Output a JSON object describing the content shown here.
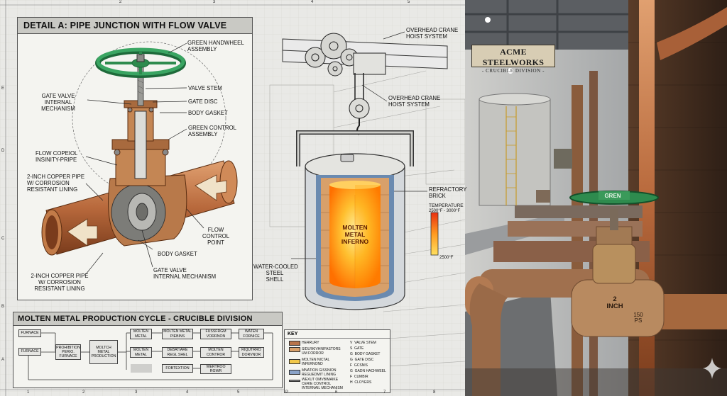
{
  "detail_a": {
    "title": "DETAIL A: PIPE JUNCTION WITH FLOW VALVE",
    "labels": {
      "handwheel": "GREEN HANDWHEEL\nASSEMBLY",
      "gate_internal_top": "GATE VALVE\nINTERNAL\nMECHANISM",
      "valve_stem": "VALVE STEM",
      "gate_disc": "GATE DISC",
      "body_gasket_top": "BODY GASKET",
      "green_control": "GREEN CONTROL\nASSEMBLY",
      "flow_copeiol": "FLOW COPEIOL\nINSINITY-PRIPE",
      "copper_pipe_top": "2-INCH COPPER PIPE\nW/ CORROSION\nRESISTANT LINING",
      "flow_control": "FLOW\nCONTROL\nPOINT",
      "body_gasket_bottom": "BODY GASKET",
      "gate_internal_bottom": "GATE VALVE\nINTERNAL MECHANISM",
      "copper_pipe_bottom": "2-INCH COPPER PIPE\nW/ CORROSION\nRESISTANT LINING"
    }
  },
  "crucible": {
    "hoist_1": "OVERHEAD CRANE\nHOIST SYSTEM",
    "hoist_2": "OVERHEAD CRANE\nHOIST SYSTEM",
    "molten": "MOLTEN\nMETAL\nINFERNO",
    "refractory": "REFRACTORY\nBRICK",
    "temperature": "TEMPERATURE",
    "temp_range": "2500°F - 3000°F",
    "temp_low": "2500°F",
    "shell": "WATER-COOLED\nSTEEL\nSHELL"
  },
  "badge": {
    "title": "ACME STEELWORKS",
    "subtitle": "- CRUCIBLE DIVISION -"
  },
  "valve_photo": {
    "wheel": "GREN",
    "body_size": "2\nINCH",
    "rating": "150\nPS"
  },
  "cycle": {
    "title": "MOLTEN METAL PRODUCTION CYCLE - CRUCIBLE DIVISION",
    "boxes": {
      "furnace_1": "FURNACE",
      "furnace_2": "FURNACE",
      "prohibition": "PROHIBITION\nPERIO.\nFURNACE",
      "production": "MOLTCH\nMETAL\nPRODUCTION",
      "molten_1": "MOLTEN\nMETAL",
      "molten_2": "MOLTEN\nMETAL",
      "piebins": "MOLTEN METAL\nPIEBINS",
      "debatiare": "DEBATIARE\nREGL SHEL",
      "fobtextion": "FOBTEXTION",
      "fussfrom": "FUSSFRGM\nVORRNON",
      "molten_control": "MOLTEN\nCONTROR",
      "wertroo": "WERTROO\nRGWR",
      "water_fornice": "WATEN\nFORNICE",
      "riqutrro": "RIQUTRRO\nDORVNOR"
    }
  },
  "key": {
    "title": "KEY",
    "left_items": [
      "HERRURY",
      "SIDLRKIVHNIFASTORS\nUM FORROR",
      "MOLTEN NICTAL\nINFERNOND",
      "MNATION GISSNION\nREGUEDMIT LINING",
      "WEXUT OMVBIMAIKE\nCERIE CONTROL\nINTERNAIL MECHANISM"
    ],
    "right_items": [
      "V  VALVE STEM",
      "S  GATE",
      "G  BODY GASKET",
      "G  GATE DISC",
      "F  GCSNIS",
      "G  GADN HACHWEEL",
      "F  CUMBIR",
      "H  CLOYERS"
    ],
    "colors": [
      "#b8744a",
      "#d8a06a",
      "#f2c84a",
      "#8aa3c8",
      "#888888"
    ]
  },
  "ruler": {
    "top": [
      "2",
      "3",
      "4",
      "5"
    ],
    "left": [
      "E",
      "D",
      "C",
      "B",
      "A"
    ],
    "bottom": [
      "1",
      "2",
      "3",
      "4",
      "5",
      "P",
      "6",
      "7",
      "8"
    ]
  },
  "colors": {
    "copper": "#b8693c",
    "green": "#2e8b4e",
    "molten_hot": "#ffb020",
    "molten_core": "#ff6a00"
  }
}
